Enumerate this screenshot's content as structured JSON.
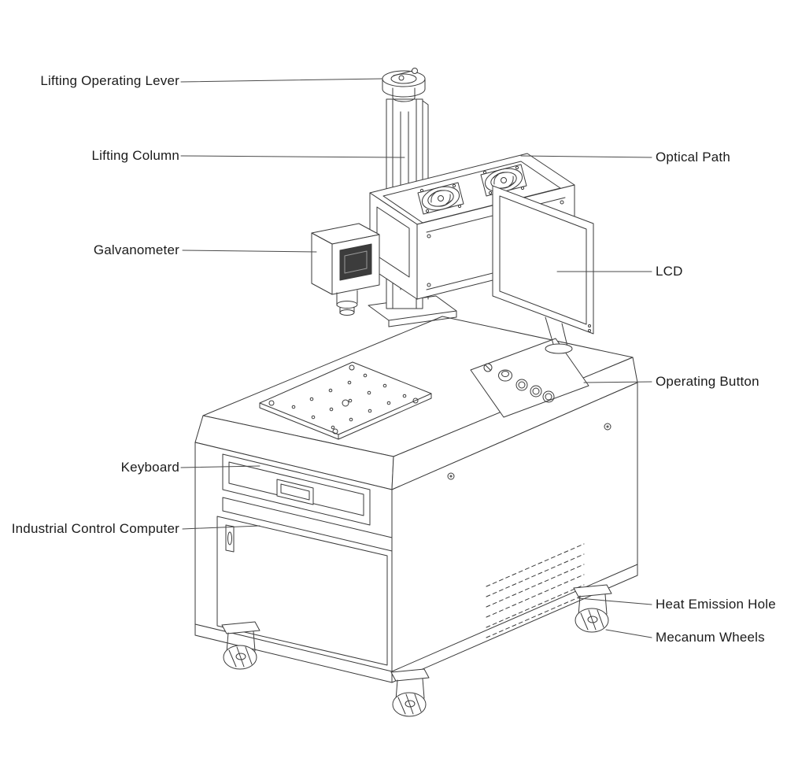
{
  "diagram": {
    "background": "#ffffff",
    "line_color": "#3a3a3a",
    "label_color": "#1b1b1b",
    "labels": {
      "lifting_operating_lever": "Lifting Operating Lever",
      "lifting_column": "Lifting Column",
      "galvanometer": "Galvanometer",
      "keyboard": "Keyboard",
      "industrial_control_computer": "Industrial Control Computer",
      "optical_path": "Optical Path",
      "lcd": "LCD",
      "operating_button": "Operating Button",
      "heat_emission_hole": "Heat Emission Hole",
      "mecanum_wheels": "Mecanum Wheels"
    }
  }
}
